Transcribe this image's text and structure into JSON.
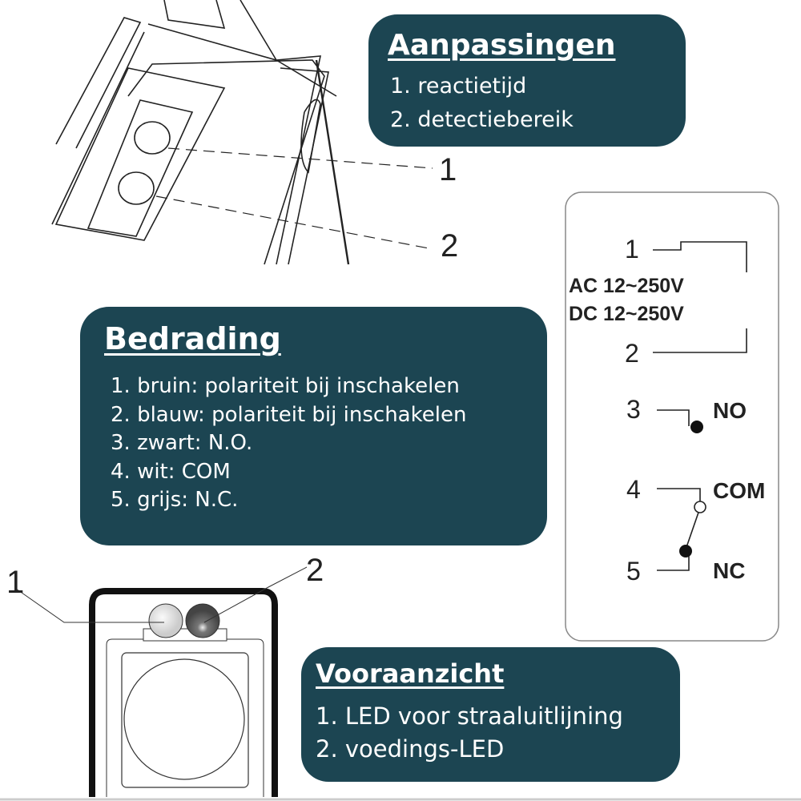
{
  "adjustments": {
    "title": "Aanpassingen",
    "items": [
      "1. reactietijd",
      "2. detectiebereik"
    ]
  },
  "wiring": {
    "title": "Bedrading",
    "items": [
      "1. bruin: polariteit bij inschakelen",
      "2. blauw: polariteit bij inschakelen",
      "3. zwart: N.O.",
      "4. wit: COM",
      "5. grijs: N.C."
    ]
  },
  "front_view": {
    "title": "Vooraanzicht",
    "items": [
      "1. LED voor straaluitlijning",
      "2. voedings-LED"
    ]
  },
  "top_drawing": {
    "callouts": [
      "1",
      "2"
    ]
  },
  "front_drawing": {
    "callouts": [
      "1",
      "2"
    ]
  },
  "schematic": {
    "terminals": [
      "1",
      "2",
      "3",
      "4",
      "5"
    ],
    "supply": [
      "AC 12~250V",
      "DC 12~250V"
    ],
    "contacts": [
      "NO",
      "COM",
      "NC"
    ]
  },
  "colors": {
    "panel": "#1c4552",
    "text": "#ffffff"
  }
}
